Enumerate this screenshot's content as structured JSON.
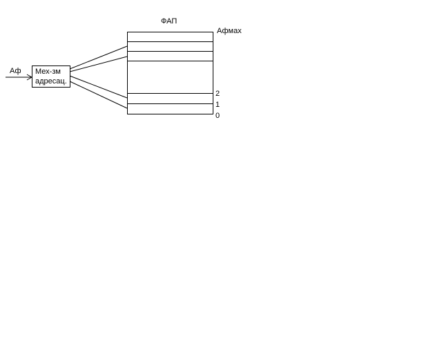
{
  "diagram": {
    "memory_title": "ФАП",
    "input_label": "Аф",
    "addressing_block": {
      "line1": "Мех-зм",
      "line2": "адресац."
    },
    "cell_labels": {
      "max": "Афмах",
      "two": "2",
      "one": "1",
      "zero": "0"
    },
    "colors": {
      "stroke": "#000000",
      "background": "#ffffff"
    }
  }
}
